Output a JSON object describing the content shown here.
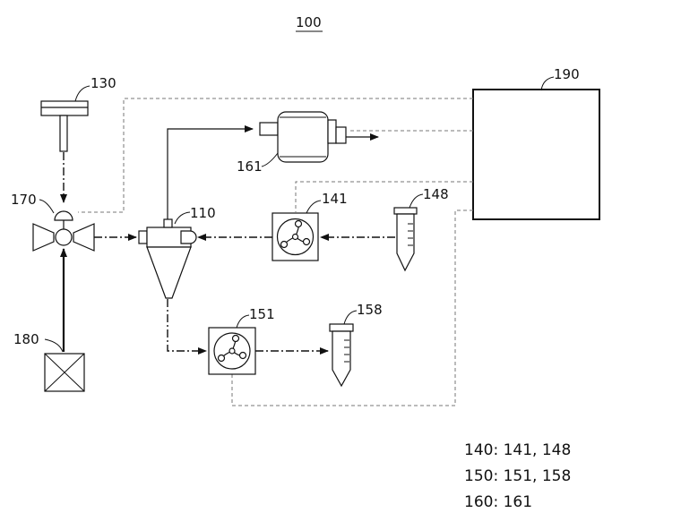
{
  "figure_ref": "100",
  "labels": {
    "controller": "190",
    "sensor": "130",
    "valve": "170",
    "source": "180",
    "separator": "110",
    "pump_top": "161",
    "feed_pump": "141",
    "feed_tube": "148",
    "out_pump": "151",
    "out_tube": "158"
  },
  "legend": [
    "140: 141, 148",
    "150: 151, 158",
    "160: 161"
  ]
}
